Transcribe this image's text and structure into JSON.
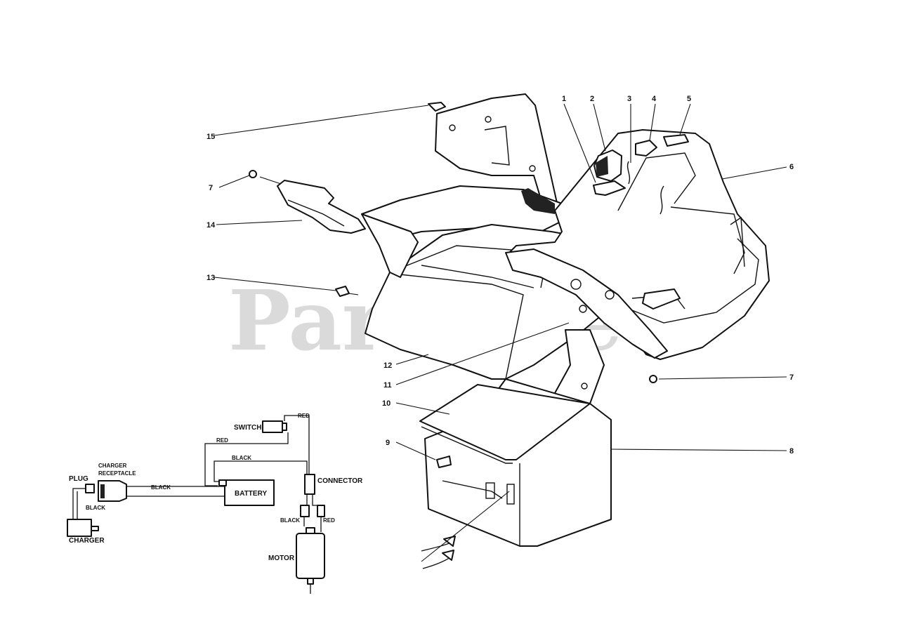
{
  "watermark": "PartsTree",
  "callouts": {
    "c1": "1",
    "c2": "2",
    "c3": "3",
    "c4": "4",
    "c5": "5",
    "c6": "6",
    "c7a": "7",
    "c7b": "7",
    "c8": "8",
    "c9": "9",
    "c10": "10",
    "c11": "11",
    "c12": "12",
    "c13": "13",
    "c14": "14",
    "c15": "15"
  },
  "wiring": {
    "switch": "SWITCH",
    "red_top": "RED",
    "red_mid": "RED",
    "black_top": "BLACK",
    "plug": "PLUG",
    "charger_receptacle_1": "CHARGER",
    "charger_receptacle_2": "RECEPTACLE",
    "black_line": "BLACK",
    "battery": "BATTERY",
    "connector": "CONNECTOR",
    "black_plug": "BLACK",
    "charger": "CHARGER",
    "black_motor": "BLACK",
    "red_motor": "RED",
    "motor": "MOTOR"
  },
  "icons": {
    "battery": "battery-icon",
    "motor": "motor-icon",
    "charger": "charger-icon",
    "switch": "switch-icon",
    "plug": "plug-icon"
  }
}
